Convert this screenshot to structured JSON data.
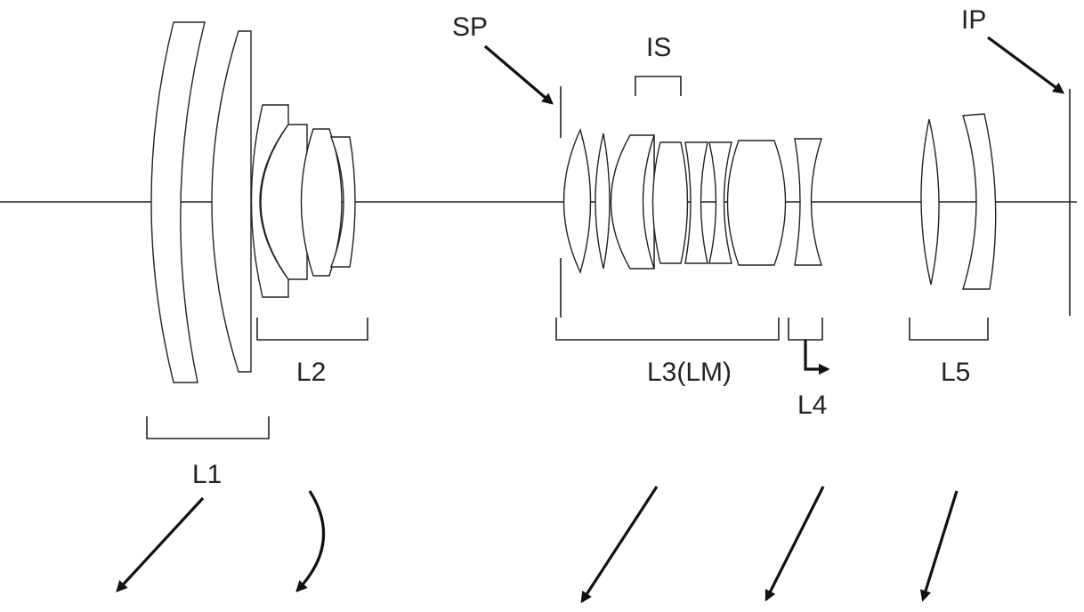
{
  "labels": {
    "stop": "SP",
    "image_stabilizer": "IS",
    "image_plane": "IP",
    "group1": "L1",
    "group2": "L2",
    "group3": "L3(LM)",
    "group4": "L4",
    "group5": "L5"
  }
}
